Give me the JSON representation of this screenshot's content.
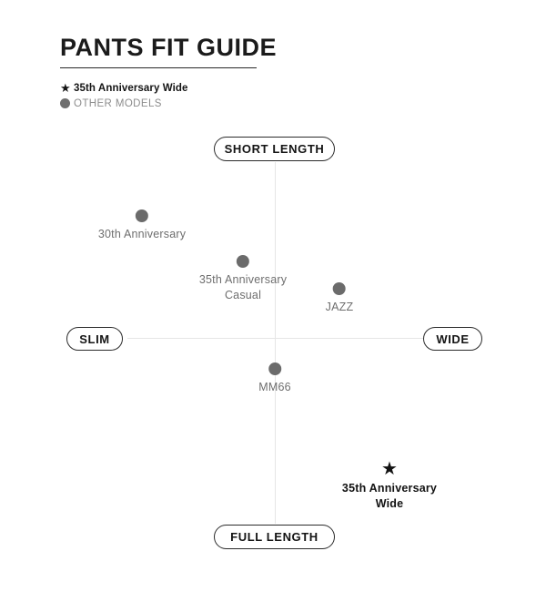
{
  "title": "PANTS FIT GUIDE",
  "legend": {
    "items": [
      {
        "marker": "star-marker",
        "glyph": "★",
        "label": "35th Anniversary Wide",
        "color": "#141414"
      },
      {
        "marker": "dot-marker",
        "glyph": "●",
        "label": "OTHER MODELS",
        "color": "#6e6e6e"
      }
    ]
  },
  "axes": {
    "top_label": "SHORT LENGTH",
    "bottom_label": "FULL LENGTH",
    "left_label": "SLIM",
    "right_label": "WIDE",
    "line_color": "#e6e6e6"
  },
  "chart_data": {
    "type": "scatter",
    "title": "PANTS FIT GUIDE",
    "xlabel": "Slim ↔ Wide",
    "ylabel": "Short Length ↔ Full Length",
    "xlim": [
      -1,
      1
    ],
    "ylim": [
      -1,
      1
    ],
    "grid": false,
    "legend_position": "top-left",
    "axis_labels": {
      "x_min": "SLIM",
      "x_max": "WIDE",
      "y_min": "SHORT LENGTH",
      "y_max": "FULL LENGTH"
    },
    "series": [
      {
        "name": "OTHER MODELS",
        "marker": "circle",
        "color": "#6b6b6b",
        "points": [
          {
            "label": "30th Anniversary",
            "x": -0.9,
            "y": 0.68,
            "px": 156,
            "py": 237
          },
          {
            "label": "35th Anniversary\nCasual",
            "x": -0.22,
            "y": 0.42,
            "px": 267,
            "py": 287
          },
          {
            "label": "JAZZ",
            "x": 0.44,
            "y": 0.27,
            "px": 373,
            "py": 317
          },
          {
            "label": "MM66",
            "x": -0.01,
            "y": -0.17,
            "px": 302,
            "py": 405
          }
        ]
      },
      {
        "name": "35th Anniversary Wide",
        "marker": "star",
        "color": "#121212",
        "points": [
          {
            "label": "35th Anniversary\nWide",
            "x": 0.78,
            "y": -0.71,
            "px": 428,
            "py": 516
          }
        ]
      }
    ]
  }
}
